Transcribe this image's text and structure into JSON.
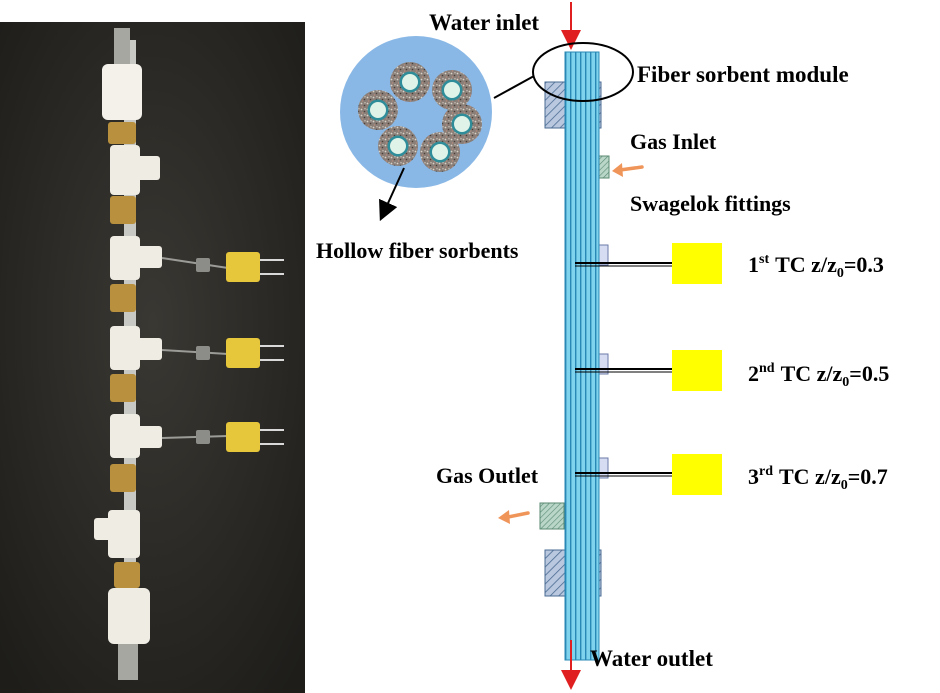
{
  "labels": {
    "water_inlet": "Water inlet",
    "fiber_sorbent_module": "Fiber sorbent module",
    "gas_inlet": "Gas Inlet",
    "swagelok_fittings": "Swagelok fittings",
    "hollow_fiber_sorbents": "Hollow fiber sorbents",
    "gas_outlet": "Gas Outlet",
    "water_outlet": "Water outlet"
  },
  "thermocouples": [
    {
      "num": "1",
      "suffix": "st",
      "label": "TC z/z",
      "sub": "0",
      "value": "=0.3"
    },
    {
      "num": "2",
      "suffix": "nd",
      "label": "TC z/z",
      "sub": "0",
      "value": "=0.5"
    },
    {
      "num": "3",
      "suffix": "rd",
      "label": "TC z/z",
      "sub": "0",
      "value": "=0.7"
    }
  ],
  "colors": {
    "tube": "#6ecbe6",
    "tube_stripe": "#2a88b6",
    "fitting": "#d6dcf2",
    "thermocouple_box": "#ffff00",
    "water_arrow": "#e02020",
    "gas_arrow": "#f0955a",
    "cross_section_bg": "#8ab8e6",
    "photo_bg": "#2b2a26"
  }
}
